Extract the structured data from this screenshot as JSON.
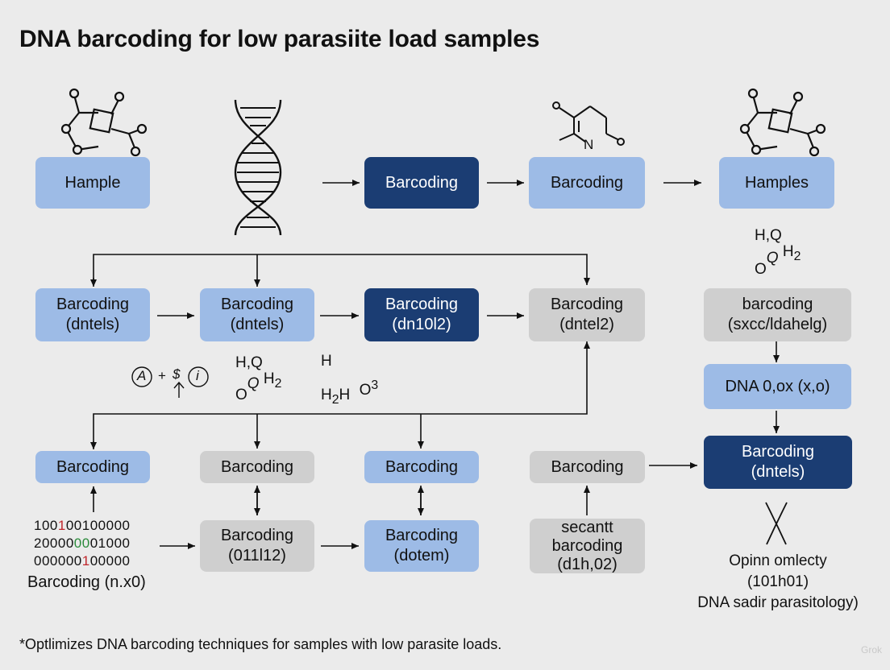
{
  "title": "DNA barcoding for low parasiite load samples",
  "row1": {
    "box1": "Hample",
    "box2": "Barcoding",
    "box3": "Barcoding",
    "box4": "Hamples"
  },
  "row2": {
    "box1": [
      "Barcoding",
      "(dntels)"
    ],
    "box2": [
      "Barcoding",
      "(dntels)"
    ],
    "box3": [
      "Barcoding",
      "(dn10l2)"
    ],
    "box4": [
      "Barcoding",
      "(dntel2)"
    ],
    "box5": [
      "barcoding",
      "(sxcc/ldahelg)"
    ]
  },
  "formulas": {
    "symbol_a": "A",
    "plus": "+",
    "symbol_s": "$",
    "symbol_i": "i",
    "f1_top": "H,Q",
    "f1_bottom": "O",
    "f1_q": "Q",
    "f1_h2": "H",
    "f1_h2_sub": "2",
    "f2_top": "H",
    "f2_bottom_h": "H",
    "f2_bottom_sub": "2",
    "f2_bottom_h2": "H",
    "f2_o": "O",
    "f2_o_sup": "3",
    "f3_top": "H,Q",
    "f3_h2": "H",
    "f3_h2_sub": "2",
    "f3_o": "O",
    "f3_q": "Q"
  },
  "right_col": {
    "dna_box": "DNA 0,ox (x,o)",
    "final_box": [
      "Barcoding",
      "(dntels)"
    ],
    "caption_lines": [
      "Opinn omlecty",
      "(101h01)",
      "DNA sadir parasitology)"
    ]
  },
  "row3": {
    "box1": "Barcoding",
    "box2": "Barcoding",
    "box3": "Barcoding",
    "box4": "Barcoding"
  },
  "row4": {
    "binary_lines": [
      [
        "100",
        "1",
        "00100000",
        ""
      ],
      [
        "20000",
        "00",
        "01000",
        ""
      ],
      [
        "000000",
        "1",
        "00000",
        ""
      ]
    ],
    "binary_label": "Barcoding (n.x0)",
    "box2": [
      "Barcoding",
      "(011l12)"
    ],
    "box3": [
      "Barcoding",
      "(dotem)"
    ],
    "box4": [
      "secantt",
      "barcoding",
      "(d1h,02)"
    ]
  },
  "molecule_n": "N",
  "footnote": "*Optlimizes DNA barcoding techniques for samples with low parasite loads.",
  "watermark": "Grok",
  "colors": {
    "light": "#9dbbe6",
    "dark": "#1b3d73",
    "grey": "#cfcfcf",
    "background": "#ebebeb"
  },
  "icons": [
    "molecule-icon",
    "dna-helix-icon",
    "pyridine-molecule-icon",
    "molecule-icon",
    "cross-icon"
  ]
}
